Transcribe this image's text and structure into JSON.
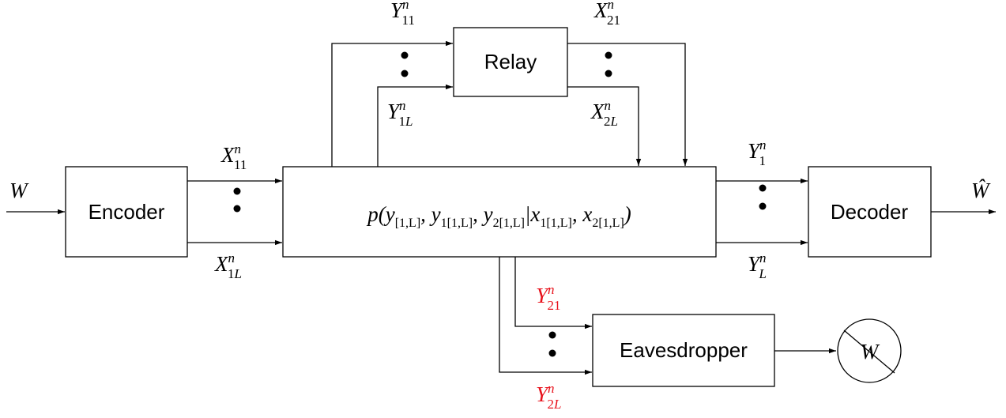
{
  "diagram": {
    "blocks": {
      "encoder": "Encoder",
      "relay": "Relay",
      "decoder": "Decoder",
      "eavesdropper": "Eavesdropper"
    },
    "message_in": "W",
    "message_out": "Ŵ",
    "eavesdropper_output": "W",
    "channel_label": "p(y[1,L], y1[1,L], y2[1,L] | x1[1,L], x2[1,L])",
    "signals": {
      "x11": {
        "symbol": "X",
        "sup": "n",
        "sub": "11"
      },
      "x1L": {
        "symbol": "X",
        "sup": "n",
        "sub": "1L"
      },
      "y11": {
        "symbol": "Y",
        "sup": "n",
        "sub": "11"
      },
      "y1L": {
        "symbol": "Y",
        "sup": "n",
        "sub": "1L"
      },
      "x21": {
        "symbol": "X",
        "sup": "n",
        "sub": "21"
      },
      "x2L": {
        "symbol": "X",
        "sup": "n",
        "sub": "2L"
      },
      "y1": {
        "symbol": "Y",
        "sup": "n",
        "sub": "1"
      },
      "yL": {
        "symbol": "Y",
        "sup": "n",
        "sub": "L"
      },
      "y21": {
        "symbol": "Y",
        "sup": "n",
        "sub": "21"
      },
      "y2L": {
        "symbol": "Y",
        "sup": "n",
        "sub": "2L"
      }
    },
    "colors": {
      "line": "#000000",
      "eavesdropper_signal": "#e8111b"
    }
  }
}
